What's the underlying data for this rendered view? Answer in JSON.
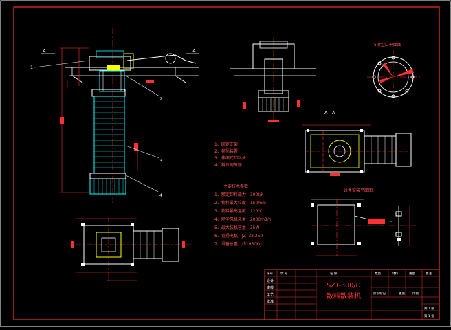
{
  "drawing": {
    "section_mark_a": "A",
    "section_a_a": "A—A",
    "leaders": [
      "1",
      "2",
      "3",
      "4"
    ],
    "right_top_title": "收尘口平面图",
    "right_top_title_prefix": "5",
    "layout_title": "设备安装平面图",
    "parts_list": [
      "1、固定支架",
      "2、卷扬装置",
      "3、伸缩式卸料头",
      "4、料位调节器"
    ],
    "tech_title": "主要技术参数",
    "tech_params": [
      "1、额定卸料能力：300t/h",
      "2、物料最大粒度：150mm",
      "3、物料最高温度：120℃",
      "4、除尘风机风量：2000m3/h",
      "5、最大装机容量：35W",
      "6、卷扬电机：JZT33.250",
      "7、设备总重：约1950Kg"
    ],
    "title_block": {
      "model": "SZT-300/D",
      "name": "散料散装机",
      "header_row": [
        "序号",
        "代  号",
        "名  称",
        "数量",
        "材料",
        "重量",
        "备注"
      ],
      "sign_labels": [
        "设计",
        "审核",
        "工艺",
        "批准"
      ],
      "stage_labels": [
        "阶段标记",
        "重量",
        "比例"
      ],
      "sheet_total": "共 1 张",
      "sheet_no": "第 1 张"
    }
  }
}
